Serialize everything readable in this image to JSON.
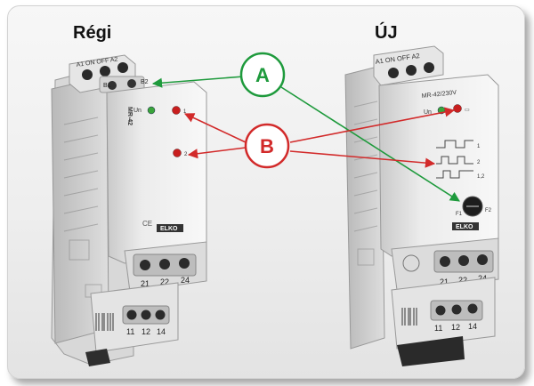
{
  "titles": {
    "old": "Régi",
    "new": "ÚJ"
  },
  "callouts": {
    "a": {
      "label": "A",
      "color": "#1e9a3c"
    },
    "b": {
      "label": "B",
      "color": "#d22a2a"
    }
  },
  "old_device": {
    "top_terminals": "A1  ON  OFF  A2",
    "b_labels": [
      "B1",
      "B2"
    ],
    "model": "MR-42",
    "led_label": "Un",
    "relay_labels": [
      "1",
      "2"
    ],
    "brand": "ELKO",
    "mid_terminals": [
      "21",
      "22",
      "24"
    ],
    "bottom_terminals": [
      "11",
      "12",
      "14"
    ]
  },
  "new_device": {
    "top_terminals": "A1 ON OFF A2",
    "model": "MR-42/230V",
    "led_label": "Un",
    "relay_labels": [
      "1",
      "2",
      "1,2"
    ],
    "knob_labels": [
      "F1",
      "F2"
    ],
    "brand": "ELKO",
    "mid_terminals": [
      "21",
      "22",
      "24"
    ],
    "bottom_terminals": [
      "11",
      "12",
      "14"
    ]
  }
}
